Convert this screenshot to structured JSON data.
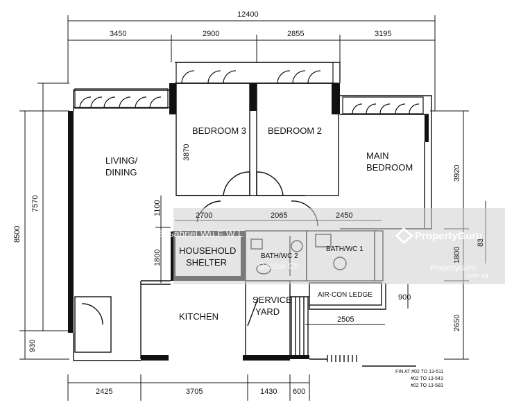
{
  "plan": {
    "dimensions": {
      "overall_width": "12400",
      "top": [
        "3450",
        "2900",
        "2855",
        "3195"
      ],
      "bottom": [
        "2425",
        "3705",
        "1430",
        "600"
      ],
      "left_outer": "8500",
      "left_inner": "7570",
      "left_bottom": "930",
      "bedroom3_depth": "3870",
      "mid_row": [
        "2700",
        "2065",
        "2450"
      ],
      "left_mid_upper": "1100",
      "left_mid_lower": "1800",
      "right_main_bedroom": "3920",
      "right_bath": "1800",
      "right_lower": "2650",
      "right_partial": "83",
      "aircon_depth": "900",
      "aircon_width": "2505"
    },
    "rooms": {
      "living": [
        "LIVING/",
        "DINING"
      ],
      "bedroom3": "BEDROOM 3",
      "bedroom2": "BEDROOM 2",
      "main_bedroom": [
        "MAIN",
        "BEDROOM"
      ],
      "household_shelter": [
        "HOUSEHOLD",
        "SHELTER"
      ],
      "bath2": "BATH/WC 2",
      "bath1": "BATH/WC 1",
      "kitchen": "KITCHEN",
      "service_yard": [
        "SERVICE",
        "YARD"
      ],
      "aircon_ledge": "AIR-CON LEDGE"
    },
    "fin_note": [
      "FIN AT #02 TO 13-511",
      "#02 TO 13-543",
      "#02 TO 13-583"
    ],
    "watermark": {
      "agent": "G  A  B  Gabriel Wu  F  W  L",
      "company": "Gordon Ch",
      "brand": "PropertyGuru",
      "brand_small": "PropertyGuru",
      "domain": ".com.sg"
    }
  }
}
